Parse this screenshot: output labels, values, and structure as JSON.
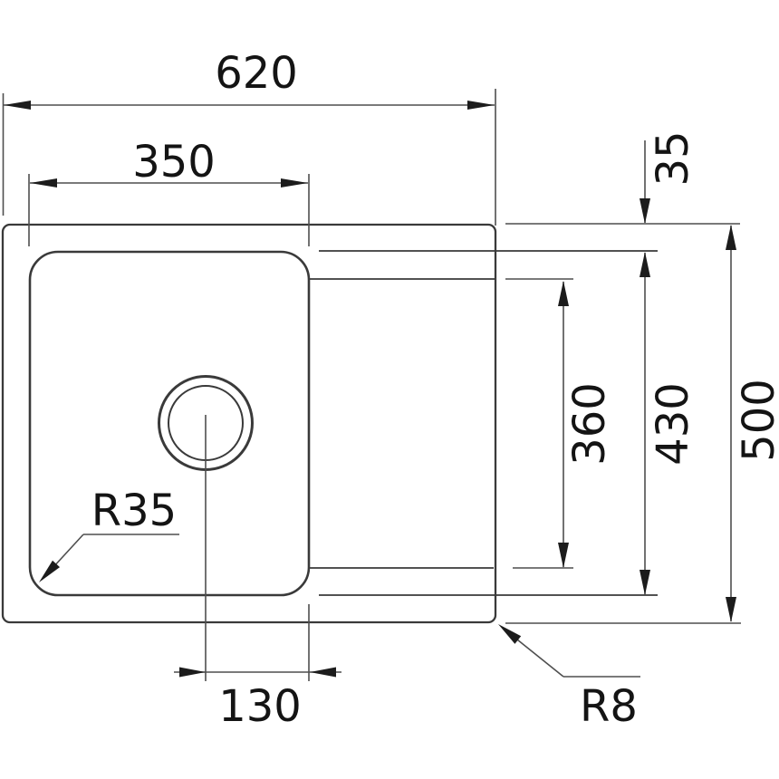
{
  "title": "Sink top-view technical drawing",
  "colors": {
    "background": "#ffffff",
    "line": "#3a3a3a",
    "dim_line": "#4f4f4f",
    "text": "#141414"
  },
  "labels": {
    "width_overall": "620",
    "width_bowl": "350",
    "rim_top": "35",
    "drainer_height": "360",
    "inner_height": "430",
    "height_overall": "500",
    "drain_offset": "130",
    "bowl_radius": "R35",
    "outer_radius": "R8"
  }
}
